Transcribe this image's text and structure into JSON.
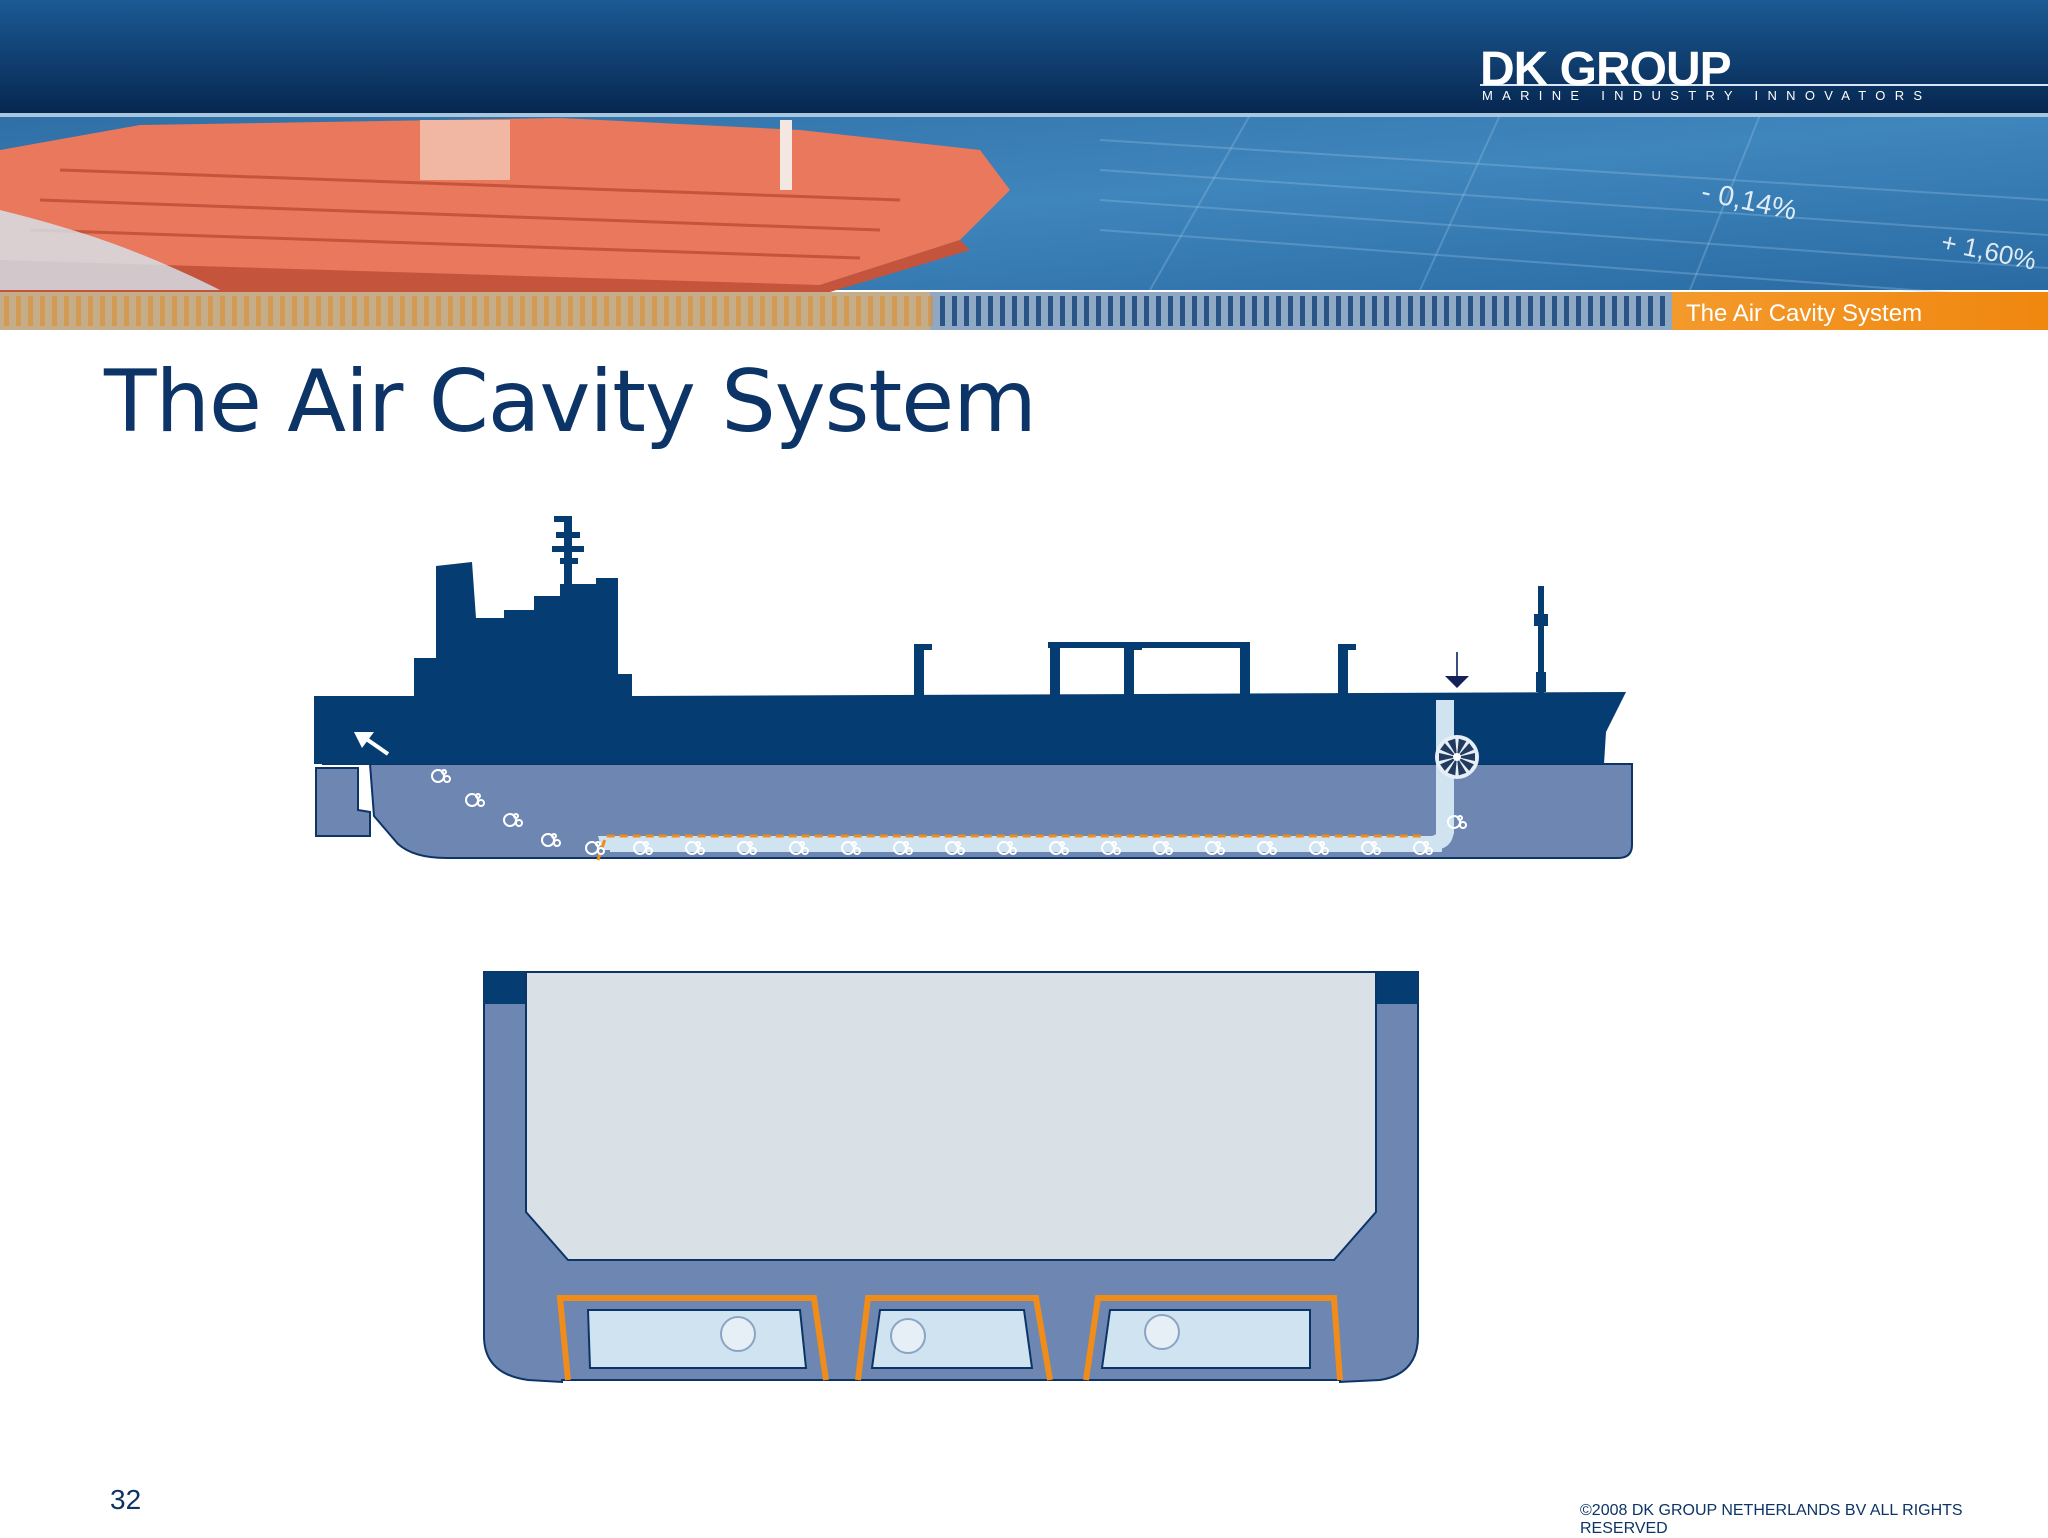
{
  "header": {
    "brand_name": "DK GROUP",
    "brand_tagline": "MARINE INDUSTRY INNOVATORS",
    "section_tab": "The Air Cavity System",
    "photo_numbers": [
      "- 0,14%",
      "+ 1,60%"
    ]
  },
  "slide": {
    "title": "The Air Cavity System",
    "page_number": "32",
    "copyright": "©2008 DK GROUP NETHERLANDS BV  ALL RIGHTS RESERVED"
  },
  "colors": {
    "navy": "#0d3466",
    "hull_dark": "#053d73",
    "hull_mid": "#6d86b2",
    "air_light": "#cfe3f1",
    "cargo_gray": "#d9e1e7",
    "accent_orange": "#f08c1a",
    "ship_photo_red": "#e06a50"
  },
  "icons": {
    "air_inlet": "down-arrow-icon",
    "air_outlet": "diagonal-arrow-icon",
    "compressor": "fan-icon",
    "air_bubbles": "bubble-icon"
  }
}
